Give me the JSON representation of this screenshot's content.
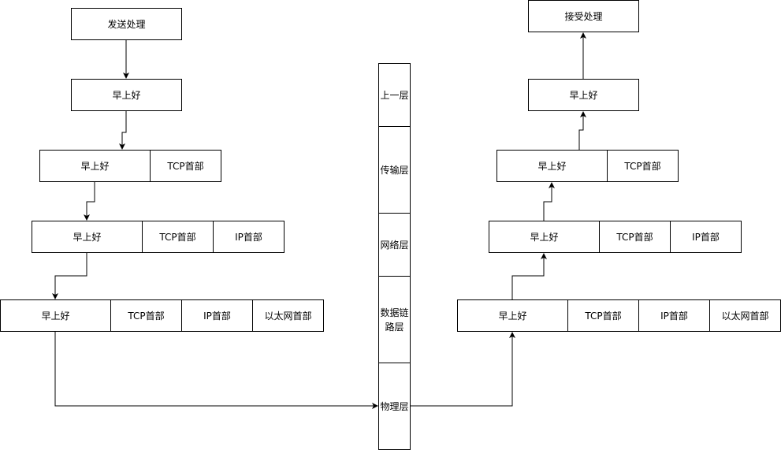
{
  "sender": {
    "process_label": "发送处理",
    "app_data": "早上好",
    "tcp_header": "TCP首部",
    "ip_header": "IP首部",
    "eth_header": "以太网首部"
  },
  "receiver": {
    "process_label": "接受处理",
    "app_data": "早上好",
    "tcp_header": "TCP首部",
    "ip_header": "IP首部",
    "eth_header": "以太网首部"
  },
  "layers": [
    {
      "label": "上一层"
    },
    {
      "label": "传输层"
    },
    {
      "label": "网络层"
    },
    {
      "label": "数据链\n路层"
    },
    {
      "label": "物理层"
    }
  ]
}
